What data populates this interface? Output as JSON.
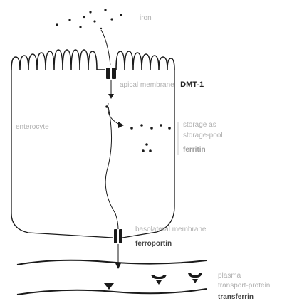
{
  "labels": {
    "iron": "iron",
    "apical_membrane_prefix": "apical membrane",
    "apical_membrane_protein": "DMT-1",
    "enterocyte": "enterocyte",
    "storage_line1": "storage as",
    "storage_line2": "storage-pool",
    "storage_line3": "ferritin",
    "basolateral_membrane": "basolateral membrane",
    "ferroportin": "ferroportin",
    "plasma_line1": "plasma",
    "plasma_line2": "transport-protein",
    "plasma_line3": "transferrin"
  },
  "colors": {
    "line": "#1a1a1a",
    "faint_text": "#b0b0b0",
    "dark_text": "#222222"
  }
}
